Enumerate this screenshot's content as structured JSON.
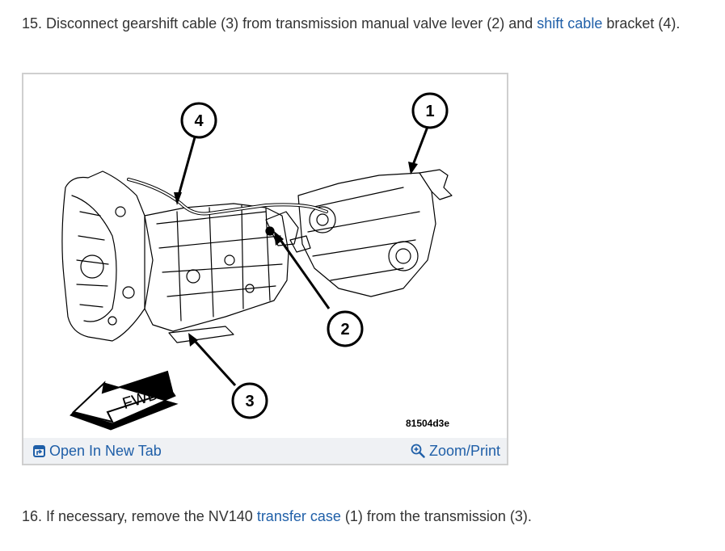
{
  "step15": {
    "before": "15. Disconnect gearshift cable (3) from transmission manual valve lever (2) and ",
    "link": "shift cable",
    "after": " bracket (4)."
  },
  "figure": {
    "callouts": [
      "1",
      "2",
      "3",
      "4"
    ],
    "fwd_label": "FWD",
    "figure_code": "81504d3e",
    "open_tab_label": "Open In New Tab",
    "zoom_label": "Zoom/Print",
    "open_tab_icon": "open-in-new-tab-icon",
    "zoom_icon": "magnifier-plus-icon"
  },
  "step16": {
    "before": "16. If necessary, remove the NV140 ",
    "link": "transfer case",
    "after": " (1) from the transmission (3)."
  },
  "colors": {
    "link": "#1f5fa8",
    "text": "#333333",
    "figure_border": "#cfcfcf",
    "figure_bar_bg": "#eff1f4"
  }
}
